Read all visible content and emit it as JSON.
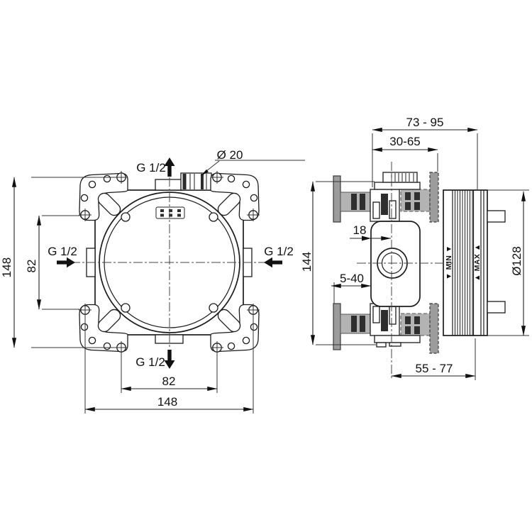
{
  "front_view": {
    "port_top": "G 1/2",
    "port_left": "G 1/2",
    "port_right": "G 1/2",
    "port_bottom": "G 1/2",
    "conduit_diameter": "Ø 20",
    "dim_height_outer": "148",
    "dim_height_inner": "82",
    "dim_width_inner": "82",
    "dim_width_outer": "148"
  },
  "side_view": {
    "dim_depth_total": "73 - 95",
    "dim_depth_housing": "30-65",
    "dim_center_offset": "18",
    "dim_frame_height": "144",
    "dim_wall_range": "5-40",
    "dim_cover_depth": "55 - 77",
    "dim_cover_diameter": "Ø128",
    "marking_min": "▼ MIN ▼",
    "marking_max": "▲ MAX ▲"
  },
  "colors": {
    "line": "#1c1c1c",
    "wall_gray": "#9c9c9c",
    "pipe_gray": "#b3b3b3",
    "dark_bar": "#2e2e2e",
    "background": "#ffffff"
  }
}
